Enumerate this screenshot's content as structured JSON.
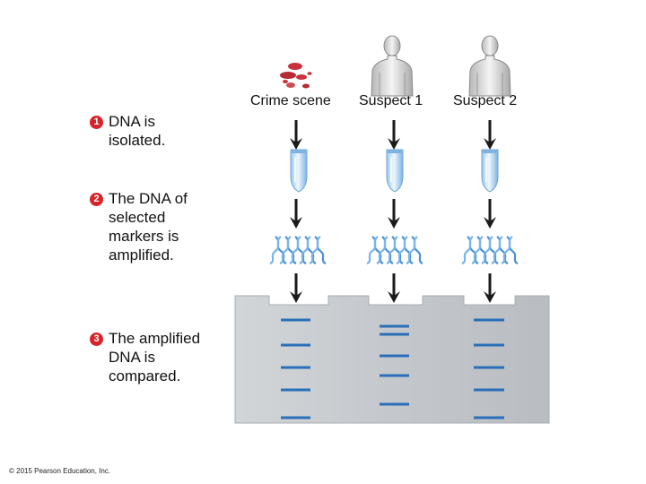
{
  "columns": [
    {
      "label": "Crime scene",
      "icon": "blood-drop-icon"
    },
    {
      "label": "Suspect 1",
      "icon": "person-silhouette-icon"
    },
    {
      "label": "Suspect 2",
      "icon": "person-silhouette-icon"
    }
  ],
  "steps": [
    {
      "number": "1",
      "lines": [
        "DNA is",
        "isolated."
      ]
    },
    {
      "number": "2",
      "lines": [
        "The DNA of",
        "selected",
        "markers is",
        "amplified."
      ]
    },
    {
      "number": "3",
      "lines": [
        "The amplified",
        "DNA is",
        "compared."
      ]
    }
  ],
  "gel_bands": {
    "crime_scene": 5,
    "suspect_1": 5,
    "suspect_2": 5
  },
  "copyright": "© 2015 Pearson Education, Inc.",
  "colors": {
    "step_badge": "#d8232a",
    "band": "#2a6fb8",
    "gel": "#c9cdd1",
    "arrow": "#1a1a1a",
    "blood": "#c8323c",
    "dna": "#4a90d9"
  }
}
